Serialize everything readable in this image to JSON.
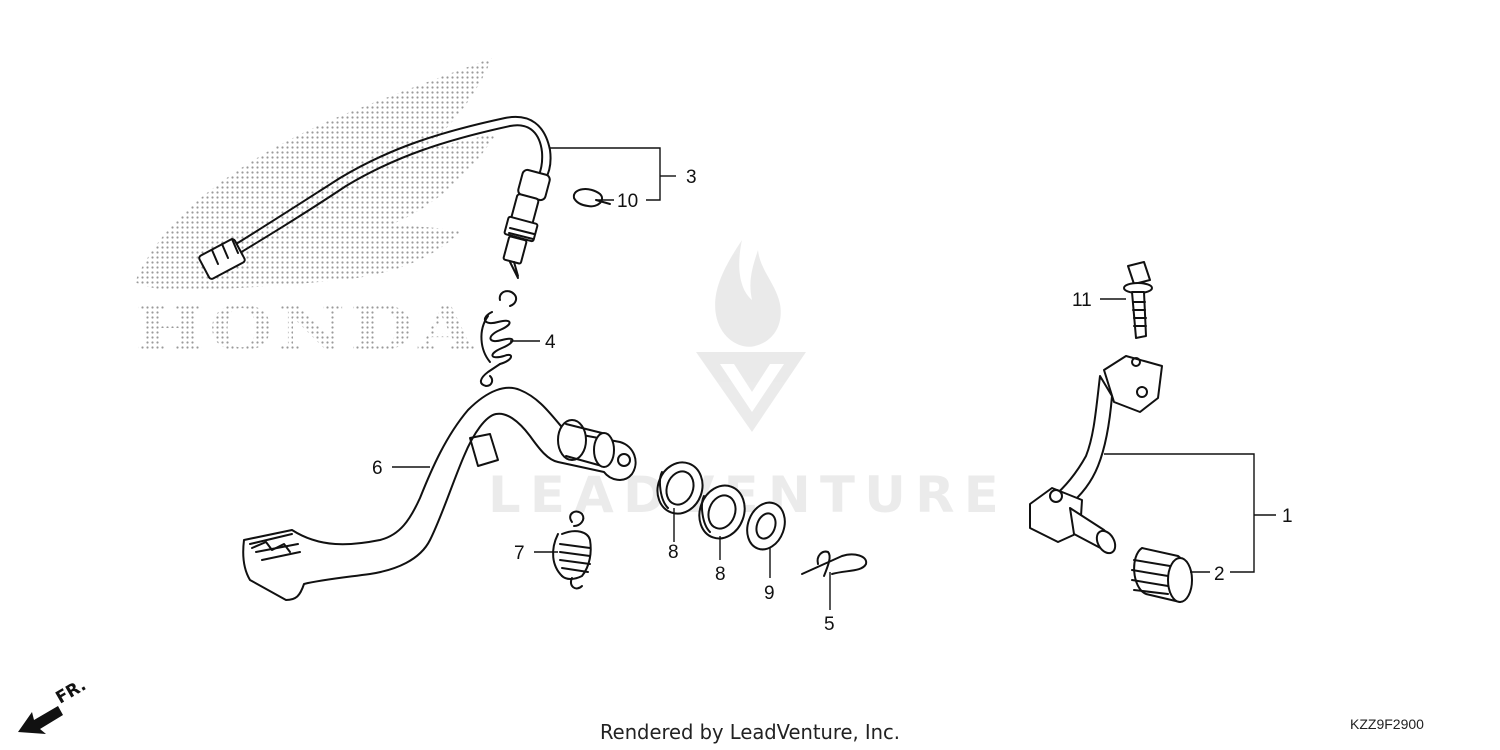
{
  "diagram": {
    "brand_logo_text": "HONDA",
    "watermark_text": "LEADVENTURE",
    "direction_label": "FR.",
    "footer": "Rendered by LeadVenture, Inc.",
    "diagram_code": "KZZ9F2900"
  },
  "callouts": {
    "c1": "1",
    "c2": "2",
    "c3": "3",
    "c4": "4",
    "c5": "5",
    "c6": "6",
    "c7": "7",
    "c8a": "8",
    "c8b": "8",
    "c9": "9",
    "c10": "10",
    "c11": "11"
  },
  "parts": {
    "1": "gear-shift-pedal",
    "2": "shift-pedal-rubber",
    "3": "stop-switch-assembly",
    "4": "brake-pedal-spring",
    "5": "cotter-pin",
    "6": "brake-pedal",
    "7": "return-spring",
    "8": "dust-seal",
    "9": "washer",
    "10": "clip",
    "11": "flange-bolt"
  }
}
